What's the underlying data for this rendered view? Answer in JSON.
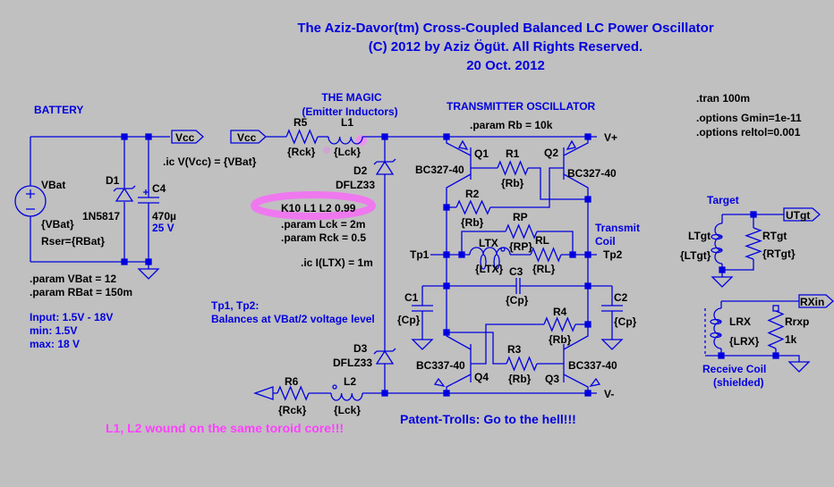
{
  "title": {
    "line1": "The Aziz-Davor(tm) Cross-Coupled Balanced LC Power Oscillator",
    "line2": "(C) 2012 by Aziz Ögüt. All Rights Reserved.",
    "line3": "20 Oct. 2012"
  },
  "sections": {
    "battery": "BATTERY",
    "magic": "THE MAGIC",
    "magic_sub": "(Emitter Inductors)",
    "transmitter": "TRANSMITTER OSCILLATOR",
    "transmit_coil_1": "Transmit",
    "transmit_coil_2": "Coil",
    "target": "Target",
    "receive_coil_1": "Receive Coil",
    "receive_coil_2": "(shielded)"
  },
  "nets": {
    "vcc_out": "Vcc",
    "vcc_in": "Vcc",
    "vplus": "V+",
    "vminus": "V-",
    "tp1": "Tp1",
    "tp2": "Tp2",
    "utgt": "UTgt",
    "rxin": "RXin"
  },
  "components": {
    "vbat": {
      "name": "VBat",
      "value": "{VBat}",
      "extra": "Rser={RBat}"
    },
    "d1": {
      "name": "D1",
      "value": "1N5817"
    },
    "c4": {
      "name": "C4",
      "value": "470µ",
      "rating": "25 V"
    },
    "r5": {
      "name": "R5",
      "value": "{Rck}"
    },
    "l1": {
      "name": "L1",
      "value": "{Lck}"
    },
    "d2": {
      "name": "D2",
      "value": "DFLZ33"
    },
    "d3": {
      "name": "D3",
      "value": "DFLZ33"
    },
    "r6": {
      "name": "R6",
      "value": "{Rck}"
    },
    "l2": {
      "name": "L2",
      "value": "{Lck}"
    },
    "q1": {
      "name": "Q1",
      "value": "BC327-40"
    },
    "q2": {
      "name": "Q2",
      "value": "BC327-40"
    },
    "q3": {
      "name": "Q3",
      "value": "BC337-40"
    },
    "q4": {
      "name": "Q4",
      "value": "BC337-40"
    },
    "r1": {
      "name": "R1",
      "value": "{Rb}"
    },
    "r2": {
      "name": "R2",
      "value": "{Rb}"
    },
    "r3": {
      "name": "R3",
      "value": "{Rb}"
    },
    "r4": {
      "name": "R4",
      "value": "{Rb}"
    },
    "rp": {
      "name": "RP",
      "value": "{RP}"
    },
    "rl": {
      "name": "RL",
      "value": "{RL}"
    },
    "ltx": {
      "name": "LTX",
      "value": "{LTX}"
    },
    "c1": {
      "name": "C1",
      "value": "{Cp}"
    },
    "c2": {
      "name": "C2",
      "value": "{Cp}"
    },
    "c3": {
      "name": "C3",
      "value": "{Cp}"
    },
    "ltgt": {
      "name": "LTgt",
      "value": "{LTgt}"
    },
    "rtgt": {
      "name": "RTgt",
      "value": "{RTgt}"
    },
    "lrx": {
      "name": "LRX",
      "value": "{LRX}"
    },
    "rrxp": {
      "name": "Rrxp",
      "value": "1k"
    }
  },
  "directives": {
    "ic_vcc": ".ic V(Vcc) = {VBat}",
    "k10": "K10 L1 L2 0.99",
    "param_lck": ".param Lck = 2m",
    "param_rck": ".param Rck = 0.5",
    "ic_ltx": ".ic I(LTX) = 1m",
    "param_rb": ".param Rb = 10k",
    "param_vbat": ".param VBat = 12",
    "param_rbat": ".param RBat = 150m",
    "tran": ".tran 100m",
    "gmin": ".options Gmin=1e-11",
    "reltol": ".options reltol=0.001"
  },
  "notes": {
    "input": "Input: 1.5V - 18V",
    "min": "min: 1.5V",
    "max": "max: 18 V",
    "tp_title": "Tp1, Tp2:",
    "tp_desc": "Balances at VBat/2 voltage level",
    "toroid": "L1, L2 wound on the same toroid core!!!",
    "trolls": "Patent-Trolls: Go to the hell!!!"
  },
  "colors": {
    "background": "#c0c0c0",
    "wire": "#0000e0",
    "highlight": "#ff40ff"
  }
}
